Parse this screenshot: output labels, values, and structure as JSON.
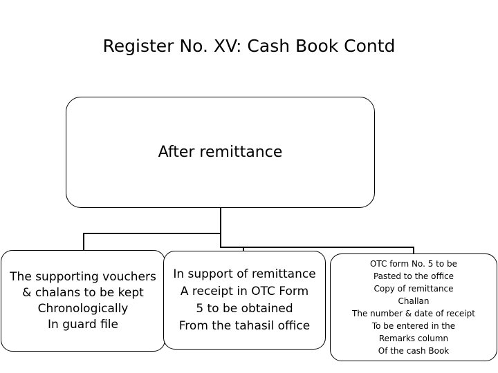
{
  "slide": {
    "title": "Register No. XV: Cash Book Contd",
    "background_color": "#ffffff",
    "text_color": "#000000",
    "line_color": "#000000"
  },
  "diagram": {
    "type": "flowchart",
    "root": {
      "label": "After remittance"
    },
    "branches": [
      {
        "id": "supporting-vouchers",
        "lines": [
          "The supporting vouchers",
          "& chalans to be kept",
          "Chronologically",
          "In guard file"
        ],
        "text": "The supporting vouchers\n& chalans to be kept\nChronologically\nIn guard file"
      },
      {
        "id": "support-of-remittance",
        "lines": [
          "In support of remittance",
          "A receipt in OTC Form",
          "5 to be obtained",
          "From the tahasil office"
        ],
        "text": "In support of remittance\nA receipt in OTC Form\n5 to be obtained\nFrom the tahasil office"
      },
      {
        "id": "otc-form-pasting",
        "lines": [
          "OTC form No. 5 to be",
          "Pasted to the office",
          "Copy of remittance",
          "Challan",
          "The number & date of receipt",
          "To be entered in the",
          "Remarks column",
          "Of the cash Book"
        ],
        "text": "OTC form No. 5 to be\nPasted to the office\nCopy of remittance\nChallan\nThe number & date of receipt\nTo be entered in the\nRemarks column\nOf the cash Book"
      }
    ]
  }
}
